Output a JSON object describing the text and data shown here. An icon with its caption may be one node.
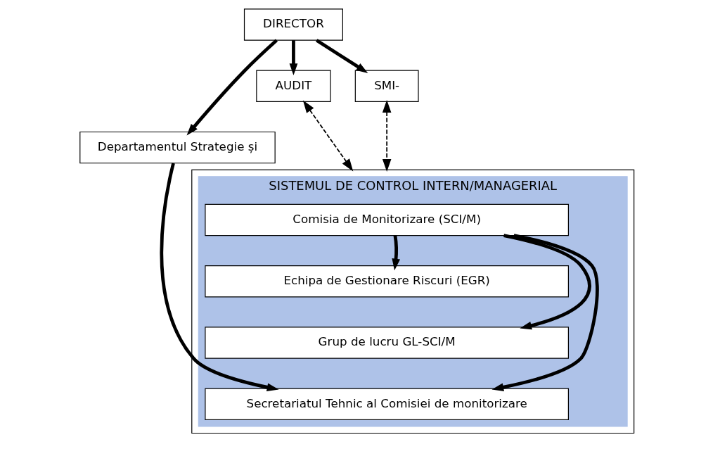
{
  "diagram": {
    "nodes": [
      {
        "text": [
          "DIRECTOR"
        ]
      },
      {
        "text": [
          "Departamentul Strategie și"
        ]
      },
      {
        "text": [
          "AUDIT"
        ]
      },
      {
        "text": [
          "SMI-"
        ]
      },
      {
        "text": [],
        "shape": "box"
      },
      {
        "text": [
          "SISTEMUL DE CONTROL INTERN/MANAGERIAL"
        ],
        "in": 4
      },
      {
        "text": [
          "Comisia de Monitorizare (SCI/M)"
        ],
        "in": 5
      },
      {
        "text": [
          "Echipa de Gestionare Riscuri (EGR)"
        ],
        "in": 5
      },
      {
        "text": [
          "Grup de lucru GL-SCI/M"
        ],
        "in": 5
      },
      {
        "text": [
          "Secretariatul Tehnic al Comisiei de monitorizare"
        ],
        "in": 5
      }
    ],
    "edges": [
      {
        "from": 0,
        "to": 1,
        "arrow": "to"
      },
      {
        "from": 0,
        "to": 2,
        "arrow": "to"
      },
      {
        "from": 0,
        "to": 3,
        "arrow": "to"
      },
      {
        "from": 2,
        "to": 4,
        "arrow": "both",
        "style": "dashed"
      },
      {
        "from": 3,
        "to": 4,
        "arrow": "both",
        "style": "dashed"
      },
      {
        "from": 6,
        "to": 7,
        "arrow": "to"
      },
      {
        "from": 6,
        "to": 8,
        "arrow": "to"
      },
      {
        "from": 6,
        "to": 9,
        "arrow": "to"
      },
      {
        "from": 1,
        "to": 9,
        "arrow": "to"
      }
    ]
  }
}
